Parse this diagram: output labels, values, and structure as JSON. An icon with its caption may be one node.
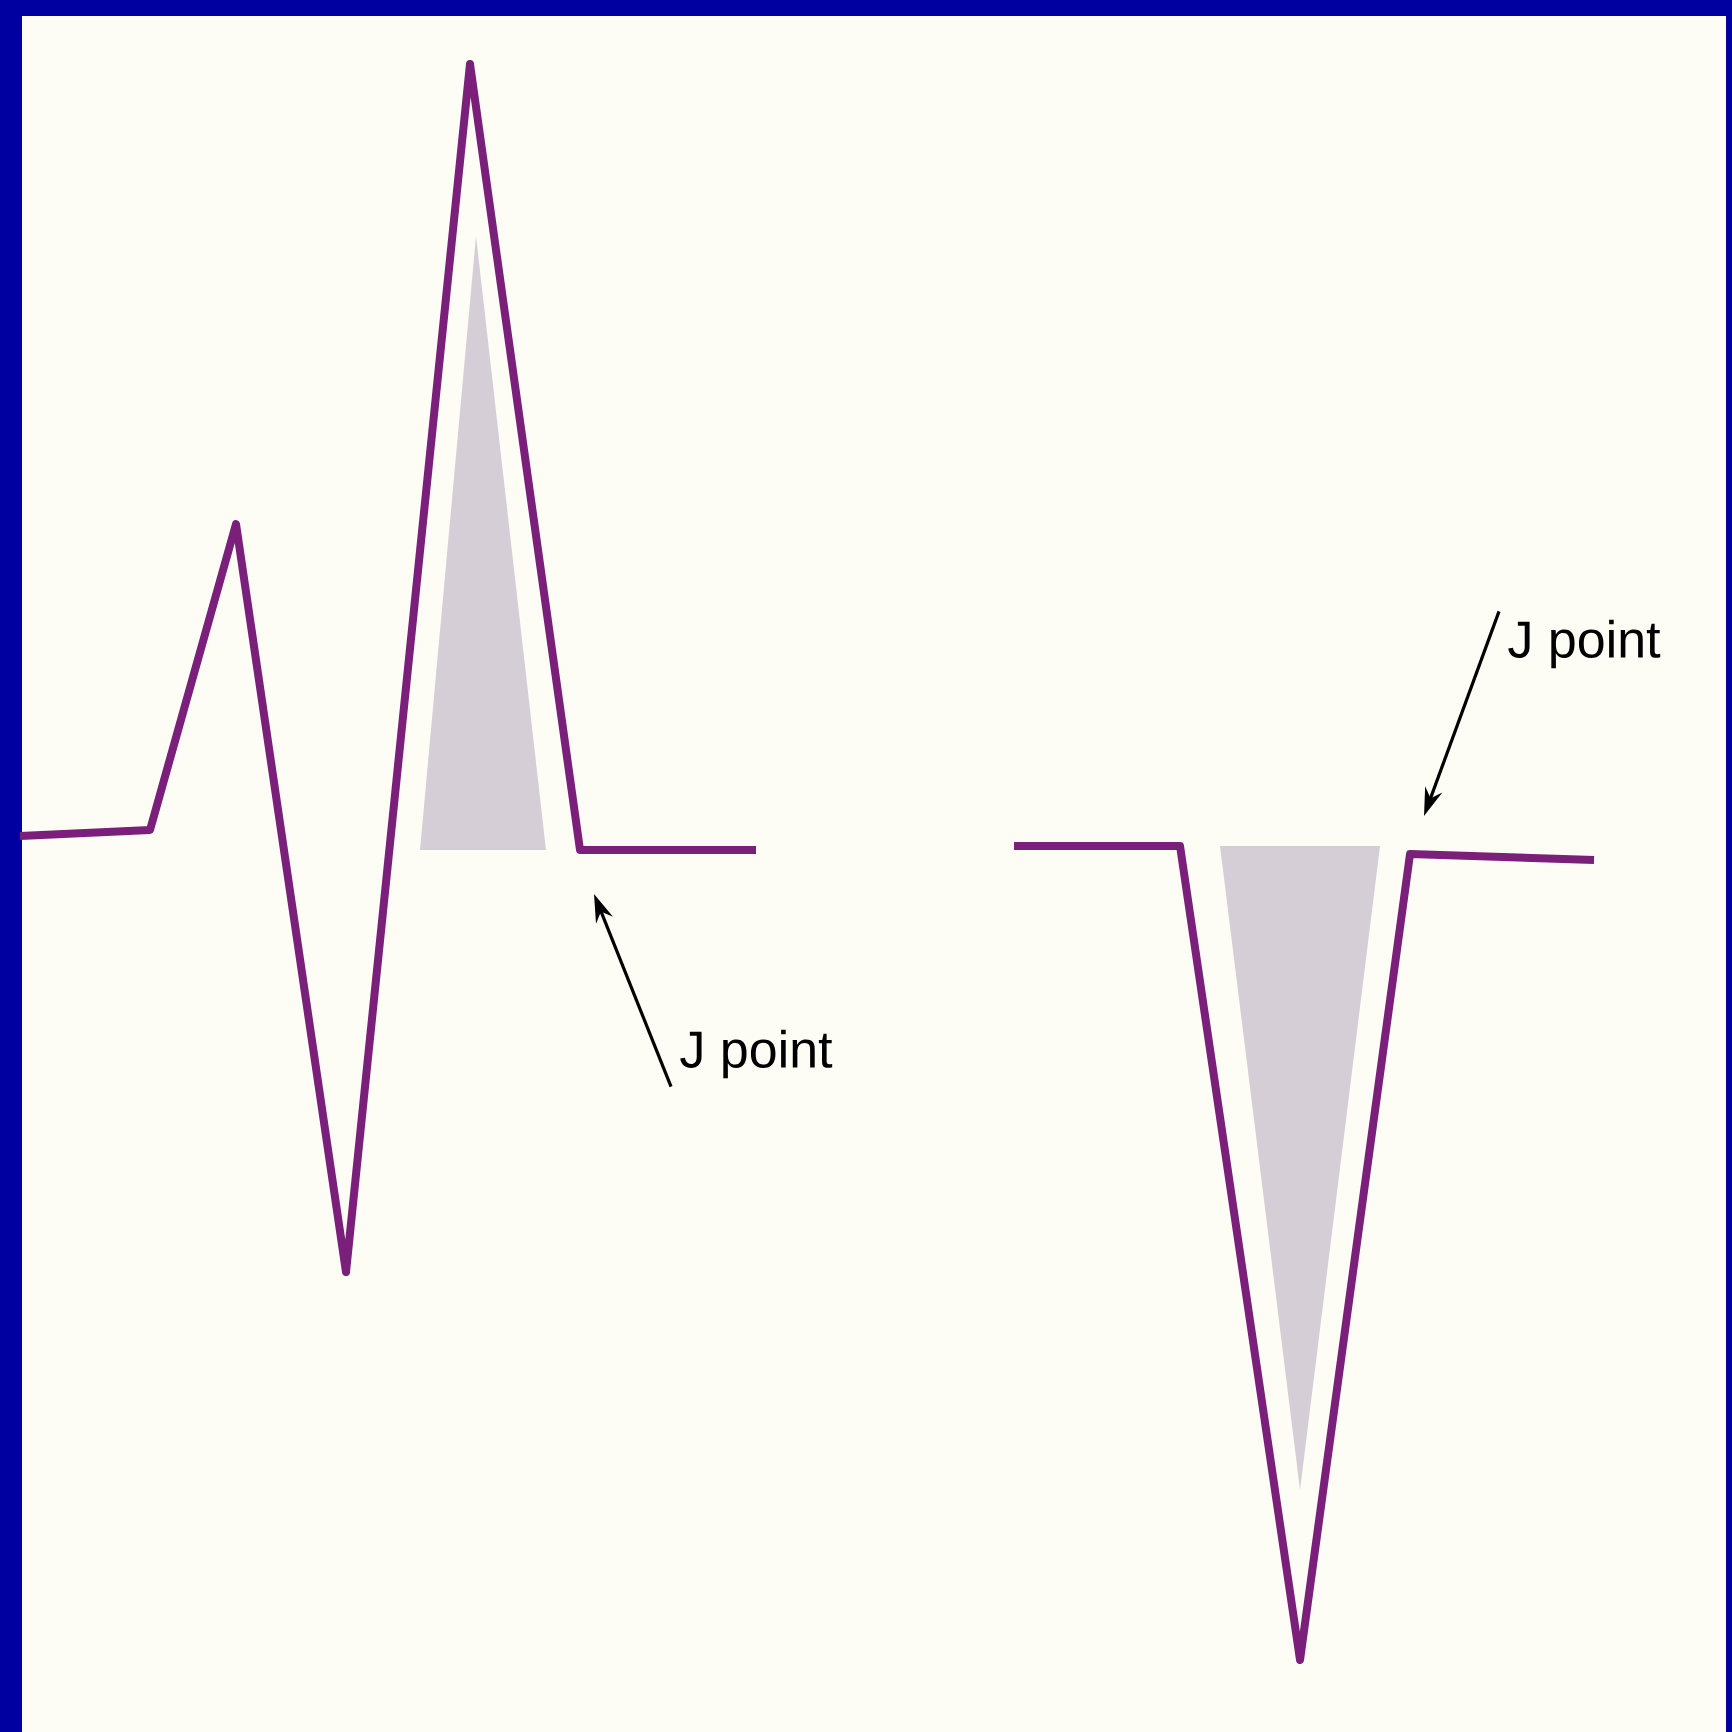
{
  "diagram": {
    "nodes": [
      {
        "text": [
          "J point"
        ]
      },
      {
        "text": [
          "J point"
        ]
      }
    ],
    "edges": [
      {
        "from": 0,
        "to": null,
        "arrow": "to"
      },
      {
        "from": 1,
        "to": null,
        "arrow": "to"
      }
    ]
  }
}
